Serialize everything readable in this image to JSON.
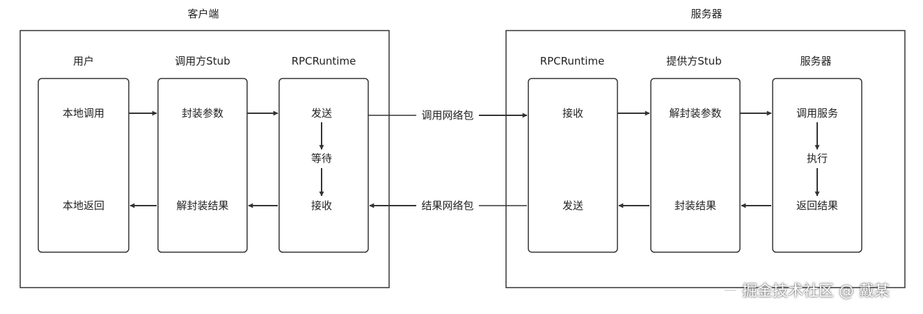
{
  "client": {
    "title": "客户端",
    "col_user": "用户",
    "col_stub": "调用方Stub",
    "col_runtime": "RPCRuntime",
    "user_call": "本地调用",
    "user_return": "本地返回",
    "stub_pack": "封装参数",
    "stub_unpack": "解封装结果",
    "rt_send": "发送",
    "rt_wait": "等待",
    "rt_recv": "接收"
  },
  "server": {
    "title": "服务器",
    "col_runtime": "RPCRuntime",
    "col_stub": "提供方Stub",
    "col_server": "服务器",
    "rt_recv": "接收",
    "rt_send": "发送",
    "stub_unpack": "解封装参数",
    "stub_pack": "封装结果",
    "srv_call": "调用服务",
    "srv_exec": "执行",
    "srv_return": "返回结果"
  },
  "network": {
    "request": "调用网络包",
    "response": "结果网络包"
  },
  "watermark": "掘金技术社区 @ 戴某",
  "colors": {
    "line": "#333333",
    "text": "#222222"
  }
}
